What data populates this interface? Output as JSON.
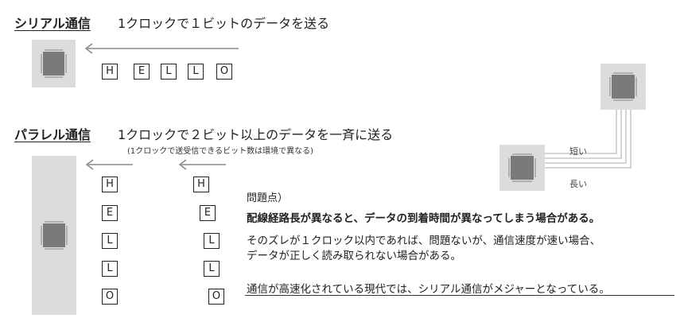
{
  "serial": {
    "heading": "シリアル通信",
    "caption": "1クロックで１ビットのデータを送る",
    "letters": [
      "H",
      "E",
      "L",
      "L",
      "O"
    ]
  },
  "parallel": {
    "heading": "パラレル通信",
    "caption": "1クロックで２ビット以上のデータを一斉に送る",
    "note": "(1クロックで送受信できるビット数は環境で異なる)",
    "letters_left": [
      "H",
      "E",
      "L",
      "L",
      "O"
    ],
    "letters_right": [
      "H",
      "E",
      "L",
      "L",
      "O"
    ]
  },
  "wires": {
    "short_label": "短い",
    "long_label": "長い"
  },
  "problem": {
    "label": "問題点）",
    "bold": "配線経路長が異なると、データの到着時間が異なってしまう場合がある。",
    "body_line1": "そのズレが１クロック以内であれば、問題ないが、通信速度が速い場合、",
    "body_line2": "データが正しく読み取られない場合がある。",
    "conclusion": "通信が高速化されている現代では、シリアル通信がメジャーとなっている。"
  },
  "colors": {
    "chip_bg": "#dcdcdc",
    "chip_body": "#7a7a7a",
    "arrow": "#888888",
    "wire": "#c8c8c8"
  }
}
